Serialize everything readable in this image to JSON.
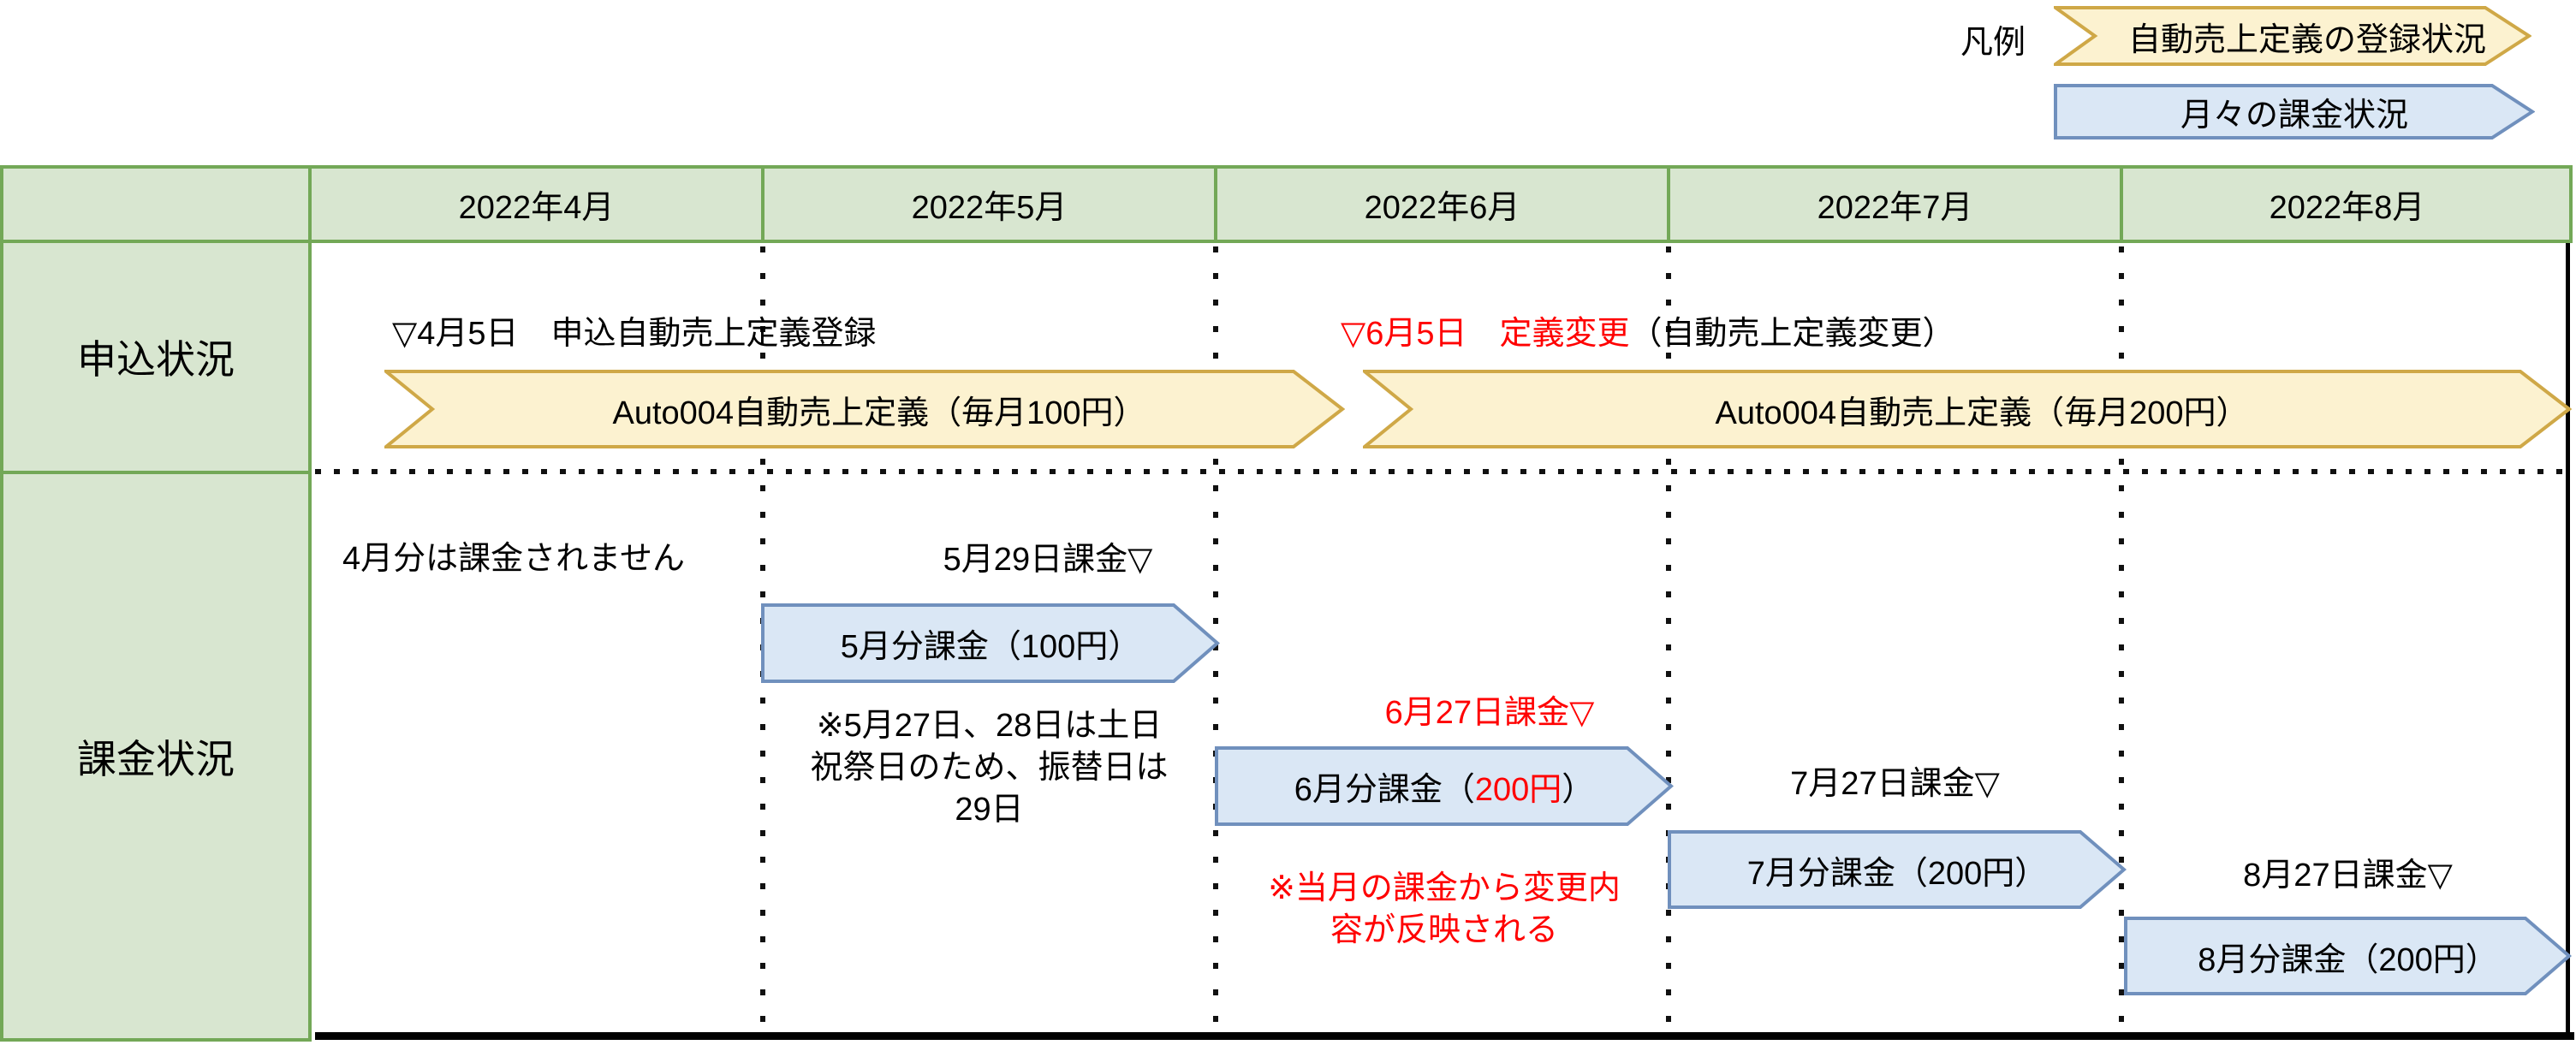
{
  "colors": {
    "table_green_fill": "#d8e6d0",
    "table_green_border": "#73a857",
    "definition_arrow_fill": "#fcf2d0",
    "definition_arrow_border": "#cfa847",
    "billing_arrow_fill": "#dae7f5",
    "billing_arrow_border": "#7090bd",
    "alert_red": "#ff0000",
    "text_black": "#000000"
  },
  "legend": {
    "label": "凡例",
    "registration": "自動売上定義の登録状況",
    "billing": "月々の課金状況"
  },
  "header": {
    "months": [
      "2022年4月",
      "2022年5月",
      "2022年6月",
      "2022年7月",
      "2022年8月"
    ]
  },
  "rows": {
    "application_label": "申込状況",
    "billing_label": "課金状況"
  },
  "application": {
    "april_event": "▽4月5日　申込自動売上定義登録",
    "june_event_red": "▽6月5日　定義変更",
    "june_event_black": "（自動売上定義変更）",
    "definition_100": "Auto004自動売上定義（毎月100円）",
    "definition_200": "Auto004自動売上定義（毎月200円）"
  },
  "billing": {
    "april_note": "4月分は課金されません",
    "may_date": "5月29日課金▽",
    "may_arrow": "5月分課金（100円）",
    "may_note_1": "※5月27日、28日は土日",
    "may_note_2": "祝祭日のため、振替日は",
    "may_note_3": "29日",
    "june_date": "6月27日課金▽",
    "june_arrow_pre": "6月分課金（",
    "june_arrow_amount": "200円",
    "june_arrow_post": "）",
    "june_note_1": "※当月の課金から変更内",
    "june_note_2": "容が反映される",
    "july_date": "7月27日課金▽",
    "july_arrow": "7月分課金（200円）",
    "august_date": "8月27日課金▽",
    "august_arrow": "8月分課金（200円）"
  }
}
